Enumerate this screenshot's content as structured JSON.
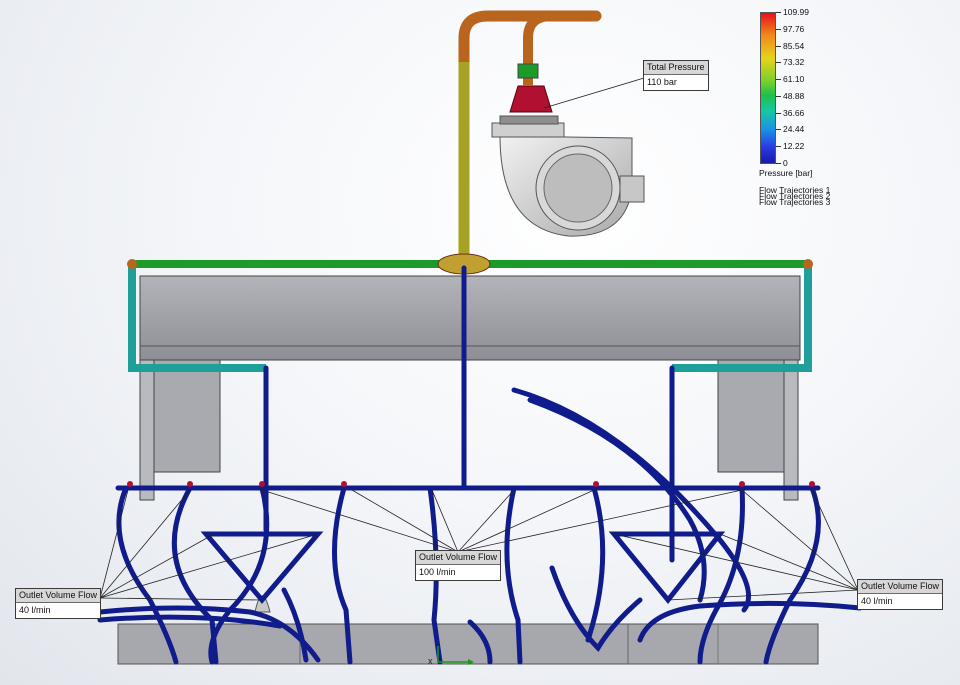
{
  "legend": {
    "ticks": [
      "109.99",
      "97.76",
      "85.54",
      "73.32",
      "61.10",
      "48.88",
      "36.66",
      "24.44",
      "12.22",
      "0"
    ],
    "unit_label": "Pressure [bar]",
    "trajectories": [
      "Flow Trajectories 1",
      "Flow Trajectories 2",
      "Flow Trajectories 3"
    ],
    "gradient": [
      "#e8101a",
      "#f08a1a",
      "#e8d21a",
      "#7cd12a",
      "#1fbf4a",
      "#16c9a0",
      "#1a90e8",
      "#2a38e0",
      "#1a1aa8"
    ]
  },
  "callouts": {
    "pressure": {
      "title": "Total Pressure",
      "value": "110 bar"
    },
    "center_outlet": {
      "title": "Outlet Volume Flow",
      "value": "100 l/min"
    },
    "left_outlet": {
      "title": "Outlet Volume Flow",
      "value": "40 l/min"
    },
    "right_outlet": {
      "title": "Outlet Volume Flow",
      "value": "40 l/min"
    }
  },
  "axis": {
    "x_label": "x"
  },
  "colors": {
    "flow_blue": "#101b8c",
    "pipe_olive": "#a6a224",
    "pipe_orange": "#b9651e",
    "header_green": "#1c9a2a",
    "side_teal": "#1f9f9a",
    "body_gray": "#9a9ba2",
    "hot_red": "#b21030"
  }
}
